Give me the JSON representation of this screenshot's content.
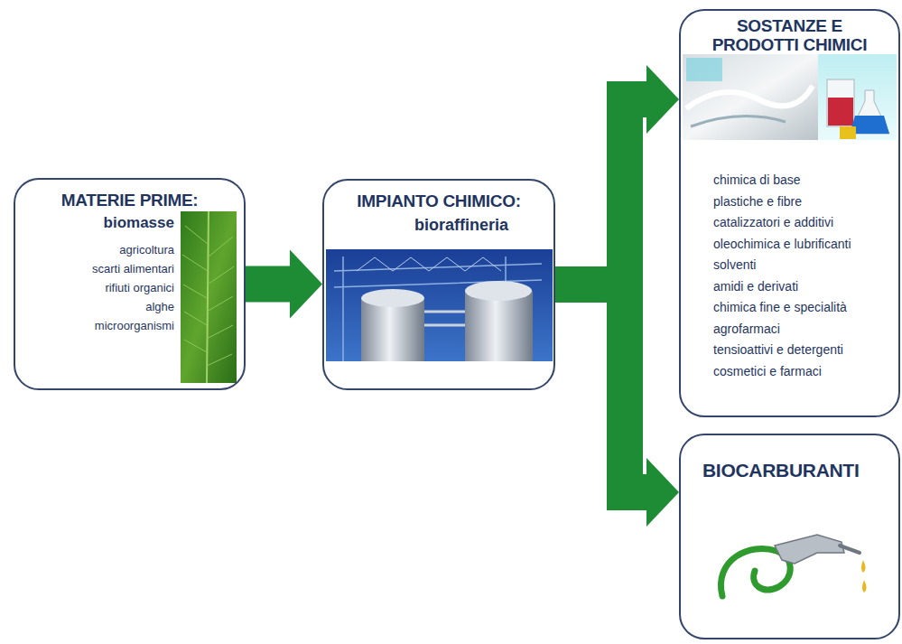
{
  "diagram": {
    "nodes": [
      {
        "text": [
          "MATERIE PRIME:",
          "biomasse",
          "agricoltura",
          "scarti alimentari",
          "rifiuti organici",
          "alghe",
          "microorganismi"
        ]
      },
      {
        "text": [
          "IMPIANTO CHIMICO:",
          "bioraffineria"
        ]
      },
      {
        "text": [
          "SOSTANZE E PRODOTTI CHIMICI",
          "chimica di base",
          "plastiche e fibre",
          "catalizzatori e additivi",
          "oleochimica e lubrificanti",
          "solventi",
          "amidi e derivati",
          "chimica fine e specialità",
          "agrofarmaci",
          "tensioattivi e detergenti",
          "cosmetici e farmaci"
        ]
      },
      {
        "text": [
          "BIOCARBURANTI"
        ]
      }
    ],
    "edges": [
      {
        "from": 0,
        "to": 1,
        "arrow": "to"
      },
      {
        "from": 1,
        "to": 2,
        "arrow": "to"
      },
      {
        "from": 1,
        "to": 3,
        "arrow": "to"
      }
    ]
  }
}
